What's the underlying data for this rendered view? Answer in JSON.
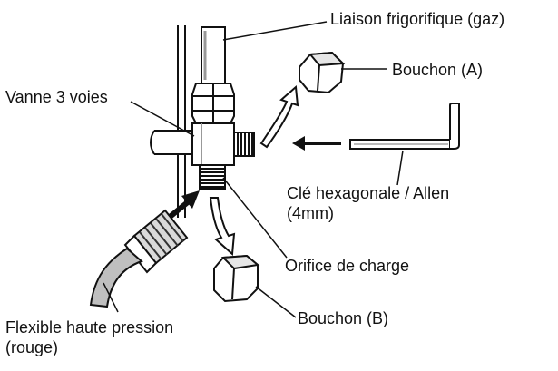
{
  "labels": {
    "liaison": "Liaison frigorifique (gaz)",
    "bouchon_a": "Bouchon (A)",
    "vanne": "Vanne 3 voies",
    "cle_line1": "Clé hexagonale / Allen",
    "cle_line2": "(4mm)",
    "orifice": "Orifice de charge",
    "bouchon_b": "Bouchon (B)",
    "flexible_line1": "Flexible haute pression",
    "flexible_line2": "(rouge)"
  },
  "colors": {
    "ink": "#111111",
    "fill": "#ffffff",
    "shade": "#d9d9d9",
    "dark": "#4a4a4a"
  }
}
